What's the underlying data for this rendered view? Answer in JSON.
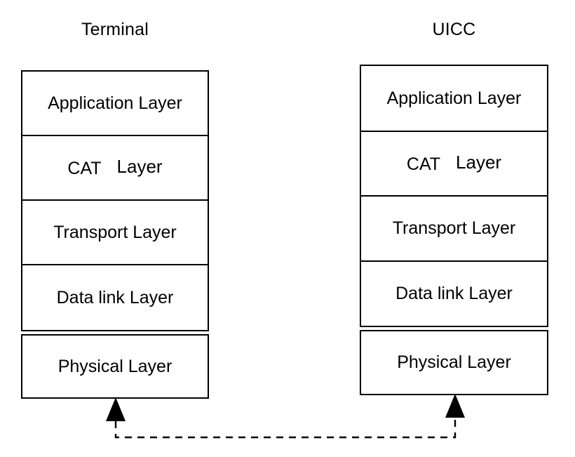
{
  "diagram": {
    "title_left": "Terminal",
    "title_right": "UICC",
    "stacks": [
      {
        "name": "terminal",
        "heading": "Terminal",
        "layers": [
          "Application Layer",
          "CAT   Layer",
          "Transport Layer",
          "Data link Layer",
          "Physical Layer"
        ],
        "cat_layer": {
          "word": "CAT",
          "tail": "Layer"
        }
      },
      {
        "name": "uicc",
        "heading": "UICC",
        "layers": [
          "Application Layer",
          "CAT   Layer",
          "Transport Layer",
          "Data link Layer",
          "Physical Layer"
        ],
        "cat_layer": {
          "word": "CAT",
          "tail": "Layer"
        }
      }
    ],
    "connector": {
      "style": "dashed",
      "arrow_left_label": "physical-link-arrow-terminal",
      "arrow_right_label": "physical-link-arrow-uicc"
    },
    "colors": {
      "background": "#ffffff",
      "stroke": "#000000",
      "text": "#000000"
    }
  }
}
